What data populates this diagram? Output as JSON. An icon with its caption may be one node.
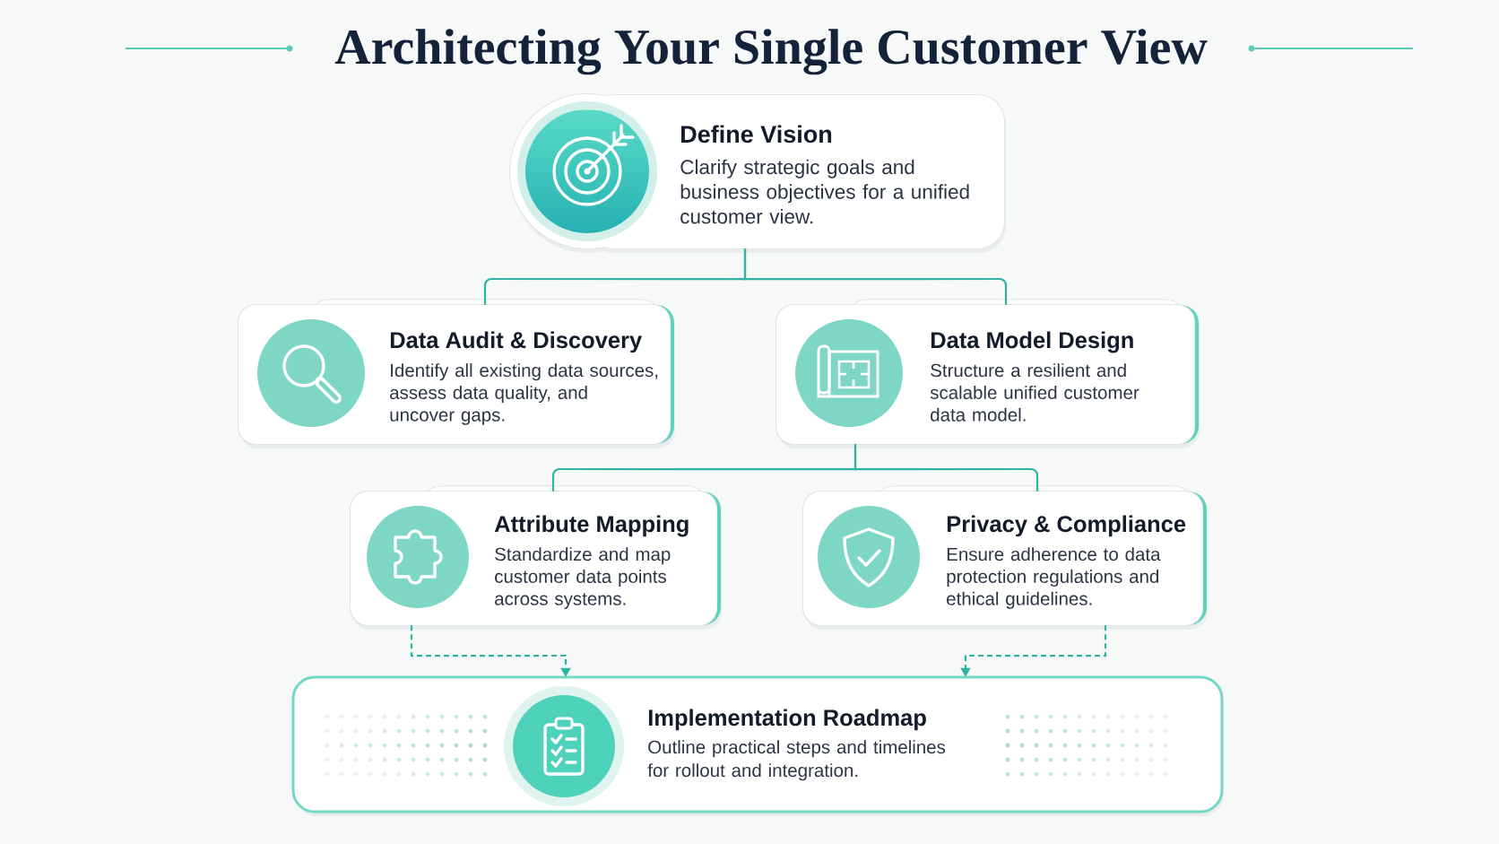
{
  "diagram": {
    "title": "Architecting Your Single Customer View",
    "nodes": [
      {
        "text": [
          "Define Vision",
          "Clarify strategic goals and business objectives for a unified customer view."
        ]
      },
      {
        "text": [
          "Data Audit & Discovery",
          "Identify all existing data sources, assess data quality, and uncover gaps."
        ]
      },
      {
        "text": [
          "Data Model Design",
          "Structure a resilient and scalable unified customer data model."
        ]
      },
      {
        "text": [
          "Attribute Mapping",
          "Standardize and map customer data points across systems."
        ]
      },
      {
        "text": [
          "Privacy & Compliance",
          "Ensure adherence to data protection regulations and ethical guidelines."
        ]
      },
      {
        "text": [
          "Implementation Roadmap",
          "Outline practical steps and timelines for rollout and integration."
        ]
      }
    ],
    "edges": [
      {
        "from": 0,
        "to": 1,
        "arrow": "none"
      },
      {
        "from": 0,
        "to": 2,
        "arrow": "none"
      },
      {
        "from": 2,
        "to": 3,
        "arrow": "none"
      },
      {
        "from": 2,
        "to": 4,
        "arrow": "none"
      },
      {
        "from": 3,
        "to": 5,
        "arrow": "to",
        "style": "dashed"
      },
      {
        "from": 4,
        "to": 5,
        "arrow": "to",
        "style": "dashed"
      }
    ]
  }
}
